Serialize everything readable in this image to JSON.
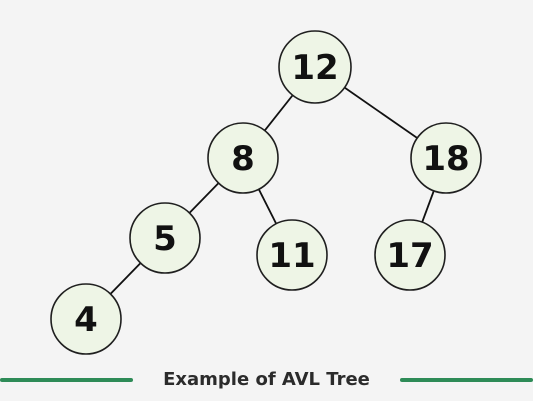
{
  "diagram": {
    "caption": "Example of AVL Tree",
    "colors": {
      "background": "#f4f4f4",
      "node_fill": "#eef5e6",
      "node_stroke": "#1f1f1f",
      "edge": "#111111",
      "caption_rule": "#2e8b57",
      "caption_text": "#2b2b2b"
    },
    "nodes": [
      {
        "id": "n12",
        "label": "12"
      },
      {
        "id": "n8",
        "label": "8"
      },
      {
        "id": "n18",
        "label": "18"
      },
      {
        "id": "n5",
        "label": "5"
      },
      {
        "id": "n11",
        "label": "11"
      },
      {
        "id": "n17",
        "label": "17"
      },
      {
        "id": "n4",
        "label": "4"
      }
    ],
    "edges": [
      {
        "from": "n12",
        "to": "n8"
      },
      {
        "from": "n12",
        "to": "n18"
      },
      {
        "from": "n8",
        "to": "n5"
      },
      {
        "from": "n8",
        "to": "n11"
      },
      {
        "from": "n18",
        "to": "n17"
      },
      {
        "from": "n5",
        "to": "n4"
      }
    ]
  }
}
